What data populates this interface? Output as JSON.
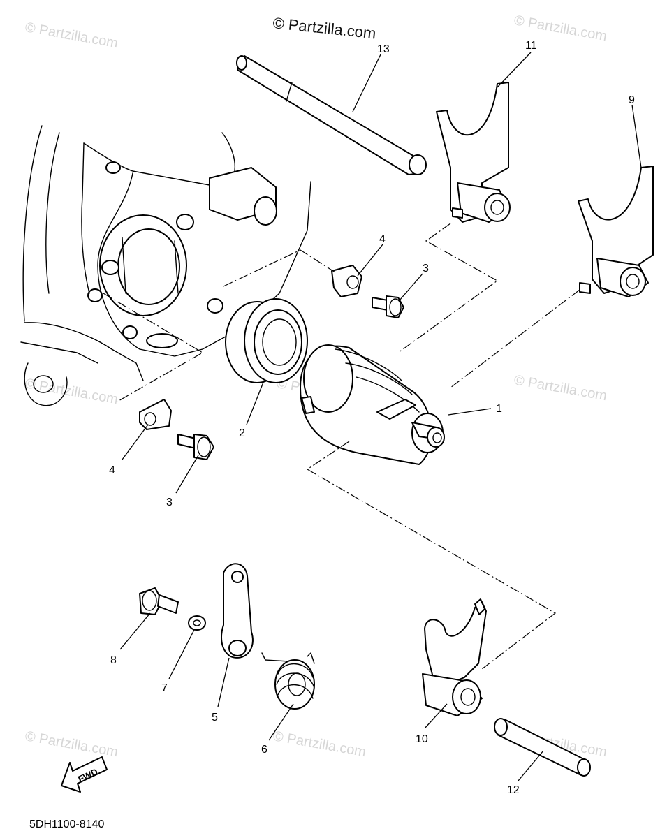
{
  "watermarks": {
    "main": "© Partzilla.com",
    "repeat": "© Partzilla.com"
  },
  "callouts": {
    "c1": "1",
    "c2": "2",
    "c3a": "3",
    "c3b": "3",
    "c4a": "4",
    "c4b": "4",
    "c5": "5",
    "c6": "6",
    "c7": "7",
    "c8": "8",
    "c9": "9",
    "c10": "10",
    "c11": "11",
    "c12": "12",
    "c13": "13"
  },
  "direction_label": "FWD",
  "diagram_code": "5DH1100-8140",
  "colors": {
    "line": "#000000",
    "watermark": "#d6d6d6",
    "background": "#ffffff"
  }
}
